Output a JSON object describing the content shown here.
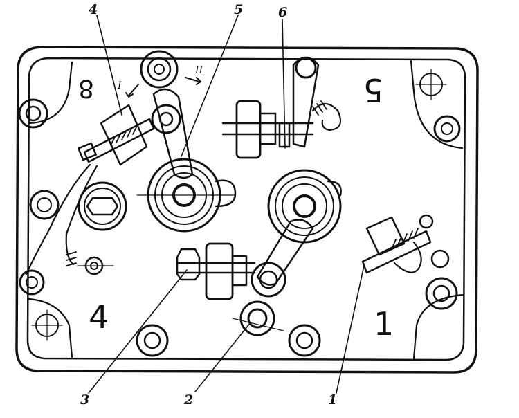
{
  "diagram": {
    "callouts": [
      {
        "id": "c1",
        "text": "1"
      },
      {
        "id": "c2",
        "text": "2"
      },
      {
        "id": "c3",
        "text": "3"
      },
      {
        "id": "c4",
        "text": "4"
      },
      {
        "id": "c5",
        "text": "5"
      },
      {
        "id": "c6",
        "text": "6"
      }
    ],
    "arrow_labels": {
      "one": "I",
      "two": "II"
    },
    "panel_numbers": {
      "n8": "8",
      "n5": "5",
      "n4": "4",
      "n1": "1"
    }
  }
}
